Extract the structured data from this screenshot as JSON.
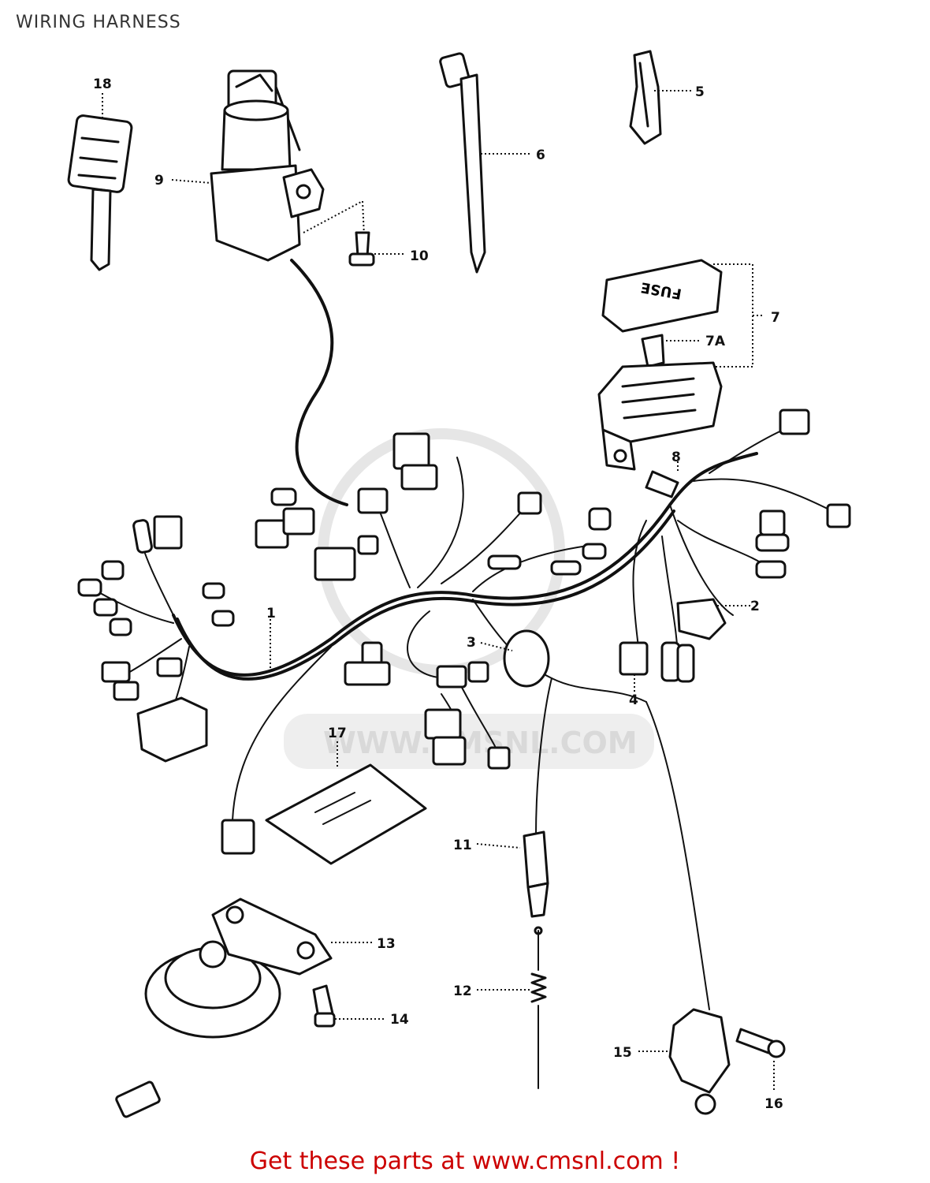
{
  "page": {
    "title": "WIRING HARNESS",
    "footer": "Get these parts at www.cmsnl.com !",
    "footer_color": "#cc0000"
  },
  "watermark": {
    "text": "WWW.CMSNL.COM",
    "color": "#d9d9d9"
  },
  "diagram": {
    "labels": {
      "p1": "1",
      "p2": "2",
      "p3": "3",
      "p4": "4",
      "p5": "5",
      "p6": "6",
      "p7": "7",
      "p7a": "7A",
      "p8": "8",
      "p9": "9",
      "p10": "10",
      "p11": "11",
      "p12": "12",
      "p13": "13",
      "p14": "14",
      "p15": "15",
      "p16": "16",
      "p17": "17",
      "p18": "18"
    }
  }
}
